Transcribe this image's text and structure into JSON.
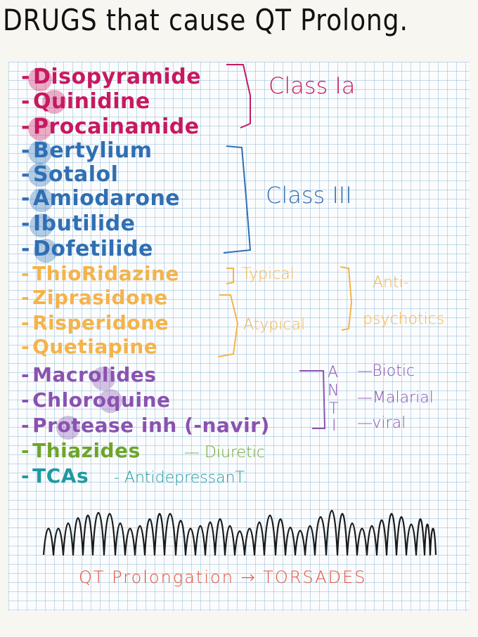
{
  "title": "DRUGS that cause QT Prolong.",
  "colors": {
    "class_ia": "#c8185f",
    "class_iii": "#2f6fb3",
    "antipsychotic": "#f5b34a",
    "anti": "#8a52b0",
    "diuretic": "#6ea52a",
    "antidepressant": "#1f9aa3",
    "torsades": "#e4513d"
  },
  "groups": {
    "class_ia": {
      "label": "Class Ia",
      "drugs": [
        "Disopyramide",
        "Quinidine",
        "Procainamide"
      ]
    },
    "class_iii": {
      "label": "Class III",
      "drugs": [
        "Bertylium",
        "Sotalol",
        "Amiodarone",
        "Ibutilide",
        "Dofetilide"
      ]
    },
    "antipsychotics": {
      "typical_label": "Typical",
      "atypical_label": "Atypical",
      "anti_label": "Anti-",
      "psychotics_label": "psychotics",
      "drugs": [
        "ThioRidazine",
        "Ziprasidone",
        "Risperidone",
        "Quetiapine"
      ]
    },
    "anti": {
      "letters": [
        "A",
        "N",
        "T",
        "I"
      ],
      "suffixes": [
        "—Biotic",
        "—Malarial",
        "—viral"
      ],
      "drugs": [
        "Macrolides",
        "Chloroquine",
        "Protease inh (-navir)"
      ]
    },
    "diuretic": {
      "drug": "Thiazides",
      "label": "— Diuretic"
    },
    "antidepressant": {
      "drug": "TCAs",
      "label": "- AntidepressanT."
    }
  },
  "bottom_text": "QT Prolongation → TORSADES"
}
